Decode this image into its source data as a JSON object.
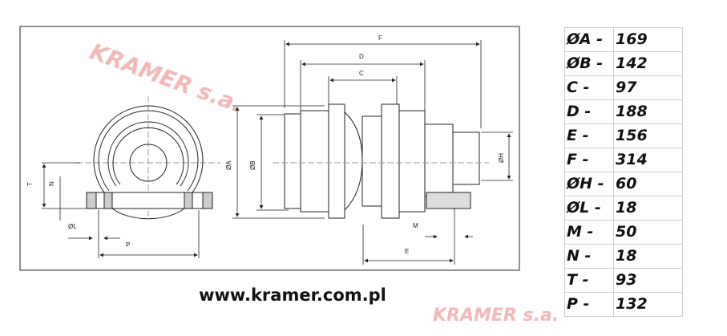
{
  "watermark": "KRAMER s.a.",
  "website": "www.kramer.com.pl",
  "dimension_labels": [
    "F",
    "D",
    "C",
    "ØA",
    "ØB",
    "ØH",
    "T",
    "N",
    "ØL",
    "P",
    "M",
    "E"
  ],
  "specs": [
    {
      "key": "ØA -",
      "value": "169"
    },
    {
      "key": "ØB -",
      "value": "142"
    },
    {
      "key": "C -",
      "value": "97"
    },
    {
      "key": "D -",
      "value": "188"
    },
    {
      "key": "E -",
      "value": "156"
    },
    {
      "key": "F -",
      "value": "314"
    },
    {
      "key": "ØH -",
      "value": "60"
    },
    {
      "key": "ØL -",
      "value": "18"
    },
    {
      "key": "M -",
      "value": "50"
    },
    {
      "key": "N -",
      "value": "18"
    },
    {
      "key": "T -",
      "value": "93"
    },
    {
      "key": "P -",
      "value": "132"
    }
  ]
}
